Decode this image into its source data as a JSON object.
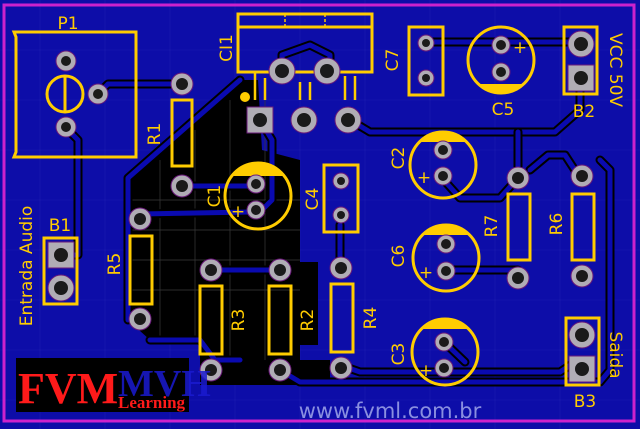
{
  "board": {
    "background_color": "#0d0da8",
    "border_color": "#cc22cc",
    "silkscreen_color": "#ffcc00",
    "ground_pour_color": "#000000",
    "pad_color": "#b0adb5"
  },
  "components": {
    "P1": {
      "label": "P1",
      "type": "potentiometer"
    },
    "CI1": {
      "label": "CI1",
      "type": "ic-to220"
    },
    "R1": {
      "label": "R1",
      "type": "resistor"
    },
    "R2": {
      "label": "R2",
      "type": "resistor"
    },
    "R3": {
      "label": "R3",
      "type": "resistor"
    },
    "R4": {
      "label": "R4",
      "type": "resistor"
    },
    "R5": {
      "label": "R5",
      "type": "resistor"
    },
    "R6": {
      "label": "R6",
      "type": "resistor"
    },
    "R7": {
      "label": "R7",
      "type": "resistor"
    },
    "C1": {
      "label": "C1",
      "type": "electrolytic-capacitor"
    },
    "C2": {
      "label": "C2",
      "type": "electrolytic-capacitor"
    },
    "C3": {
      "label": "C3",
      "type": "electrolytic-capacitor"
    },
    "C4": {
      "label": "C4",
      "type": "ceramic-capacitor"
    },
    "C5": {
      "label": "C5",
      "type": "electrolytic-capacitor"
    },
    "C6": {
      "label": "C6",
      "type": "electrolytic-capacitor"
    },
    "C7": {
      "label": "C7",
      "type": "ceramic-capacitor"
    },
    "B1": {
      "label": "B1",
      "type": "connector"
    },
    "B2": {
      "label": "B2",
      "type": "connector"
    },
    "B3": {
      "label": "B3",
      "type": "connector"
    }
  },
  "texts": {
    "input_label": "Entrada Audio",
    "vcc_label": "VCC 50V",
    "output_label": "Saida",
    "plus_sign": "+",
    "website": "www.fvml.com.br",
    "logo_main": "FVM",
    "logo_sub": "Learning"
  }
}
